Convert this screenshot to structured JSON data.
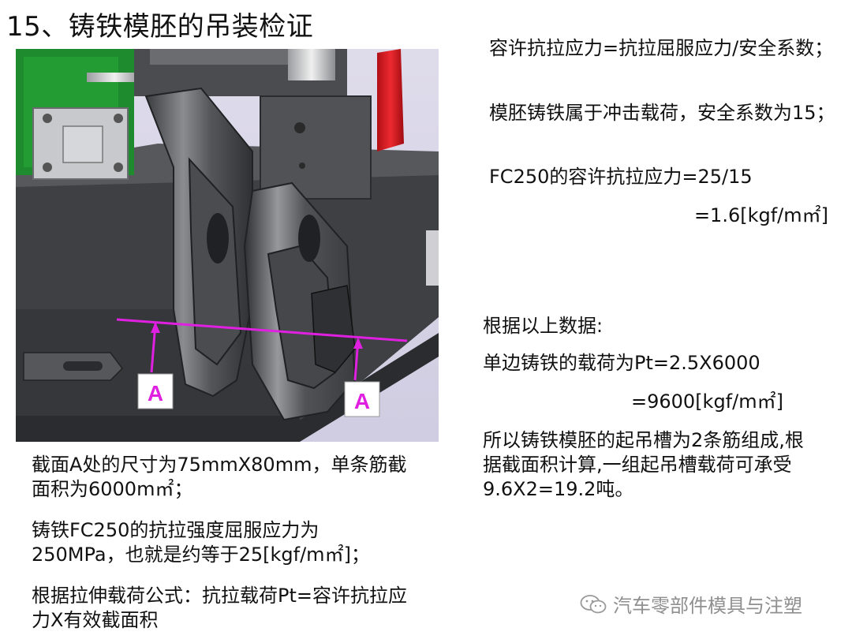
{
  "slide": {
    "title": "15、铸铁模胚的吊装检证"
  },
  "figure": {
    "section_label_left": "A",
    "section_label_right": "A",
    "colors": {
      "body": "#4a4c4f",
      "dark": "#2c2e31",
      "red": "#d8141c",
      "green": "#1e8c2e",
      "magenta": "#e020e0",
      "background": "#d8d4e8"
    }
  },
  "right_top": {
    "p1": "容许抗拉应力=抗拉屈服应力/安全系数；",
    "p2": "模胚铸铁属于冲击载荷，安全系数为15；",
    "p3": "FC250的容许抗拉应力=25/15",
    "p4": "=1.6[kgf/m㎡]"
  },
  "right_middle": {
    "p1": "根据以上数据:",
    "p2": "单边铸铁的载荷为Pt=2.5X6000",
    "p3": "=9600[kgf/m㎡]",
    "p4": "所以铸铁模胚的起吊槽为2条筋组成,根据截面积计算,一组起吊槽载荷可承受9.6X2=19.2吨。"
  },
  "left_bottom": {
    "p1": "截面A处的尺寸为75mmX80mm，单条筋截面积为6000m㎡；",
    "p2": "铸铁FC250的抗拉强度屈服应力为250MPa，也就是约等于25[kgf/m㎡]；",
    "p3": "根据拉伸载荷公式：抗拉载荷Pt=容许抗拉应力X有效截面积"
  },
  "watermark": {
    "icon": "wechat-icon",
    "text": "汽车零部件模具与注塑"
  }
}
